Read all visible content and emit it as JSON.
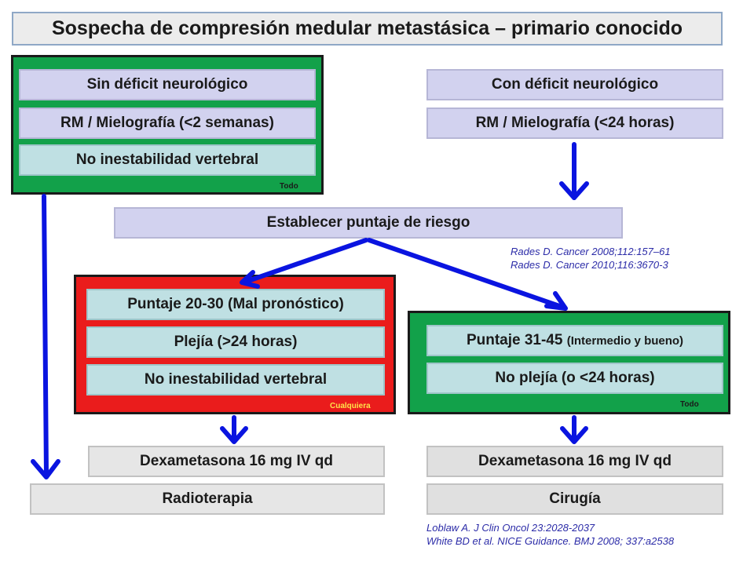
{
  "title": "Sospecha de compresión medular metastásica – primario conocido",
  "left_group": {
    "items": [
      "Sin déficit neurológico",
      "RM / Mielografía (<2 semanas)",
      "No inestabilidad vertebral"
    ],
    "tag": "Todo"
  },
  "right_top": {
    "items": [
      "Con déficit neurológico",
      "RM / Mielografía (<24 horas)"
    ]
  },
  "risk_score": "Establecer puntaje de riesgo",
  "refs_rades": [
    "Rades D. Cancer 2008;112:157–61",
    "Rades D. Cancer 2010;116:3670-3"
  ],
  "poor_group": {
    "items": [
      "Puntaje 20-30 (Mal pronóstico)",
      "Plejía (>24 horas)",
      "No inestabilidad vertebral"
    ],
    "tag": "Cualquiera"
  },
  "good_group": {
    "score_main": "Puntaje 31-45",
    "score_sub": "(Intermedio y bueno)",
    "items": [
      "No plejía (o <24 horas)"
    ],
    "tag": "Todo"
  },
  "outcomes": {
    "dexa_left": "Dexametasona 16 mg IV qd",
    "dexa_right": "Dexametasona 16 mg IV qd",
    "radio": "Radioterapia",
    "surgery": "Cirugía"
  },
  "refs_bottom": [
    "Loblaw A. J Clin Oncol 23:2028-2037",
    "White BD et al. NICE Guidance. BMJ 2008; 337:a2538"
  ],
  "colors": {
    "arrow": "#0a14e0",
    "green_panel": "#12a14a",
    "red_panel": "#ea1c1c",
    "lavender": "#d2d2ef",
    "teal": "#bfe0e3"
  }
}
